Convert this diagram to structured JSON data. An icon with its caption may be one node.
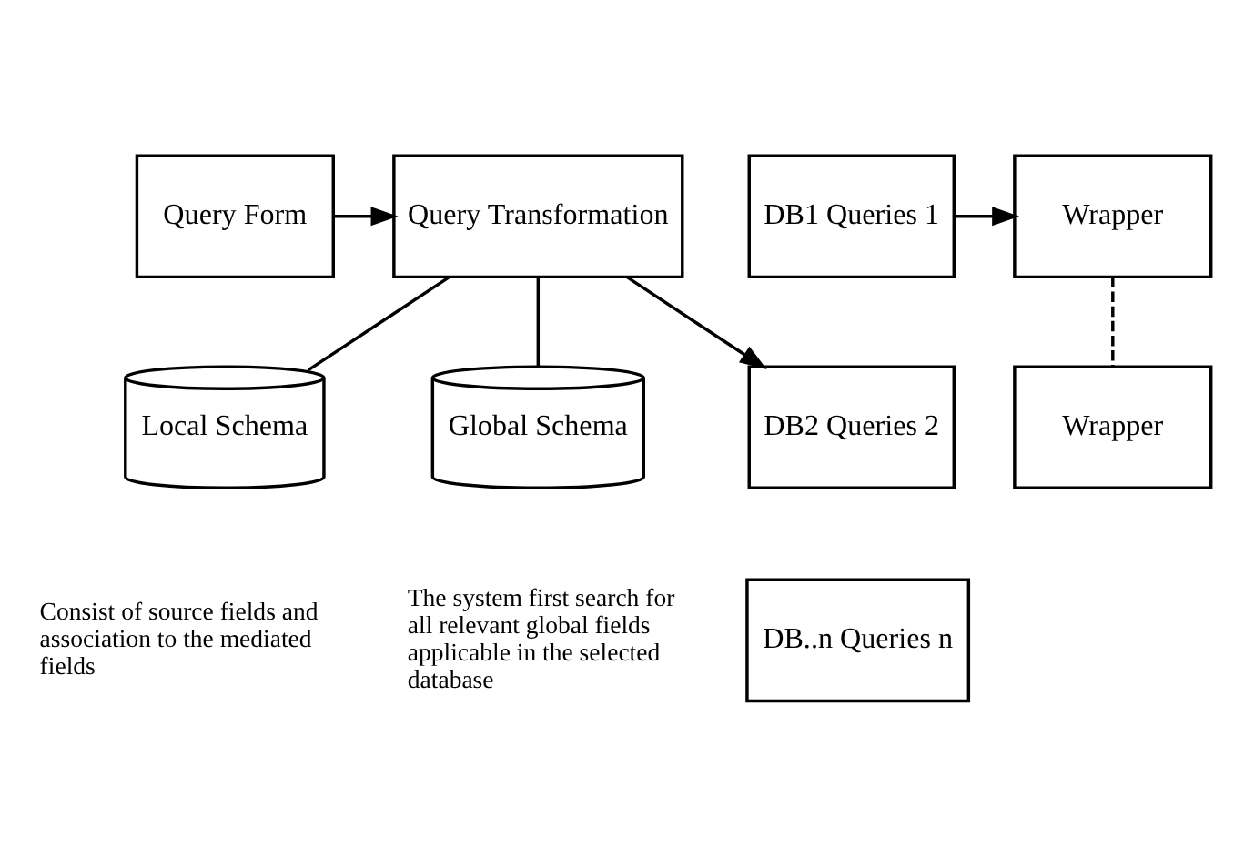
{
  "diagram": {
    "nodes": [
      {
        "text": [
          "Query Form"
        ]
      },
      {
        "text": [
          "Query Transformation"
        ]
      },
      {
        "text": [
          "DB1 Queries 1"
        ]
      },
      {
        "text": [
          "DB2 Queries 2"
        ]
      },
      {
        "text": [
          "DB..n Queries n"
        ]
      },
      {
        "text": [
          "Wrapper"
        ]
      },
      {
        "text": [
          "Wrapper"
        ]
      },
      {
        "text": [
          "Global Schema"
        ]
      },
      {
        "text": [
          "Local Schema"
        ]
      }
    ],
    "edges": [
      {
        "from": 0,
        "to": 1,
        "arrow": "to"
      },
      {
        "from": 1,
        "to": 3,
        "arrow": "to"
      },
      {
        "from": 2,
        "to": 5,
        "arrow": "to"
      },
      {
        "from": 5,
        "to": 6,
        "arrow": "none",
        "style": "dashed"
      },
      {
        "from": 1,
        "to": 7,
        "arrow": "none"
      },
      {
        "from": 1,
        "to": 8,
        "arrow": "none"
      }
    ],
    "labels": [
      "Consist of source fields and association to the mediated fields",
      "The system first search for all relevant global fields applicable in the selected database"
    ]
  }
}
